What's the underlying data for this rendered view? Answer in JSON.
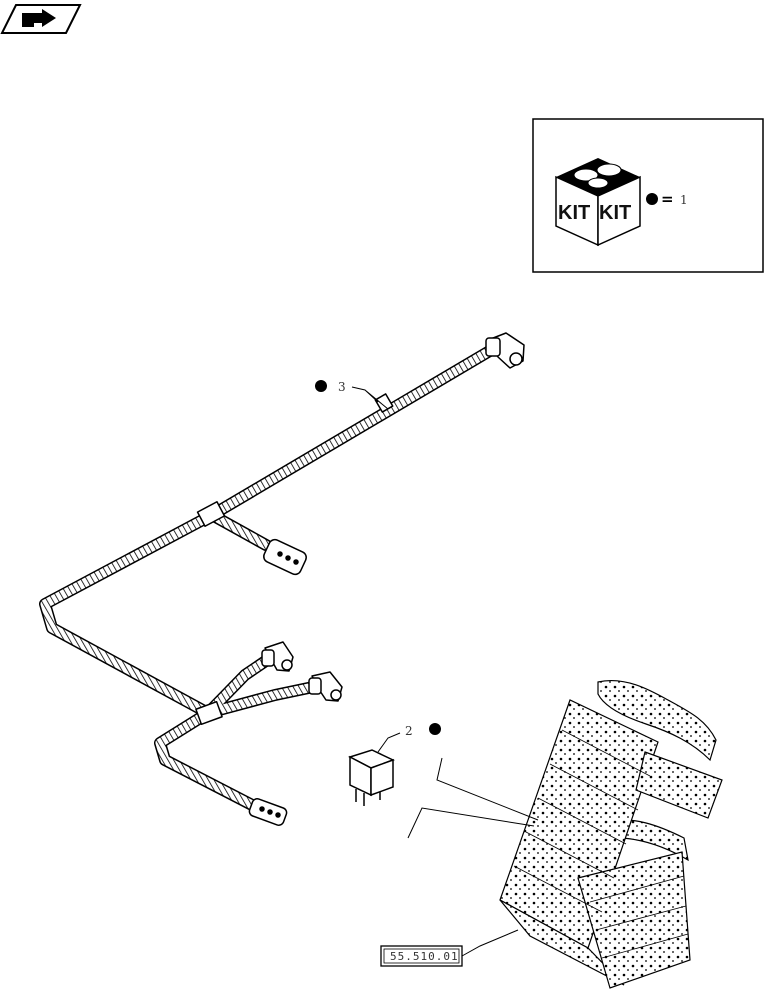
{
  "nav": {
    "icon": "arrow-hand-icon"
  },
  "kit": {
    "box_label_left": "KIT",
    "box_label_right": "KIT",
    "equals": "=",
    "item": "1"
  },
  "callouts": {
    "harness": "3",
    "relay": "2"
  },
  "reference": {
    "code": "55.510.01"
  },
  "colors": {
    "line": "#111111",
    "fill": "#ffffff",
    "bullet": "#000000"
  }
}
